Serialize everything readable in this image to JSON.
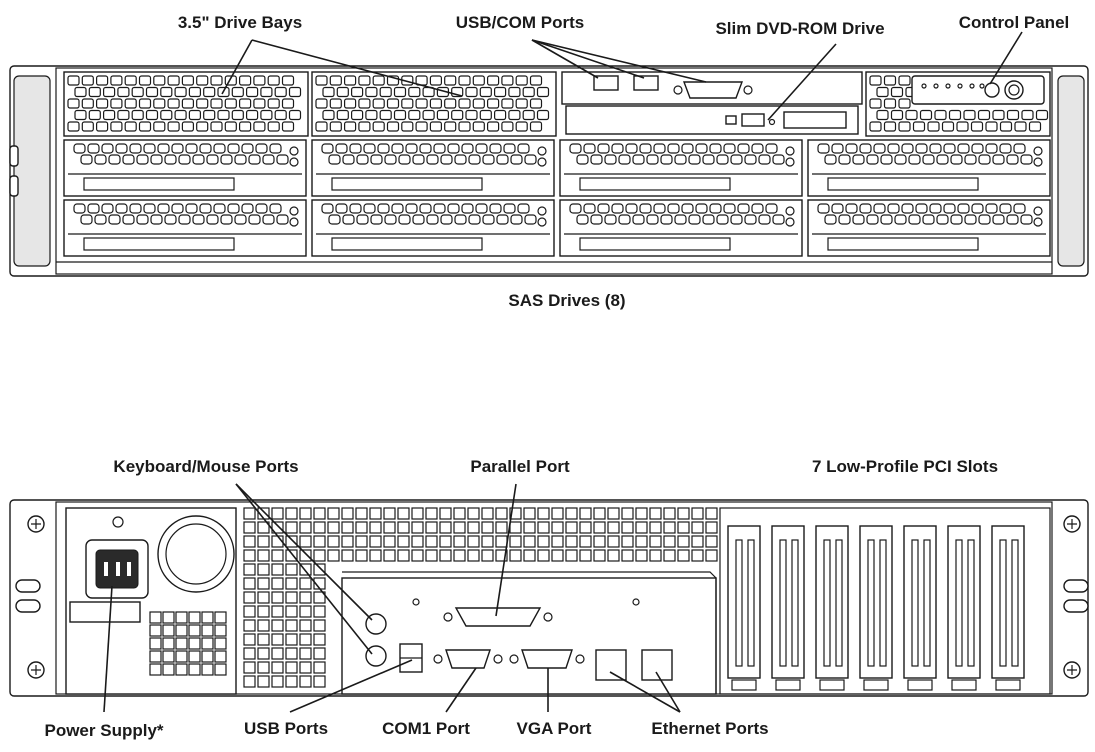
{
  "front_labels": {
    "drive_bays": "3.5\" Drive Bays",
    "usb_com": "USB/COM Ports",
    "dvd": "Slim DVD-ROM Drive",
    "control_panel": "Control Panel",
    "sas_drives": "SAS Drives (8)"
  },
  "rear_labels": {
    "kb_mouse": "Keyboard/Mouse Ports",
    "parallel": "Parallel Port",
    "pci_slots": "7 Low-Profile PCI Slots",
    "power_supply": "Power Supply*",
    "usb_ports": "USB Ports",
    "com1": "COM1 Port",
    "vga": "VGA Port",
    "ethernet": "Ethernet Ports"
  },
  "colors": {
    "ink": "#1a1a1a",
    "panel": "#ffffff",
    "shade": "#e6e6e6"
  }
}
